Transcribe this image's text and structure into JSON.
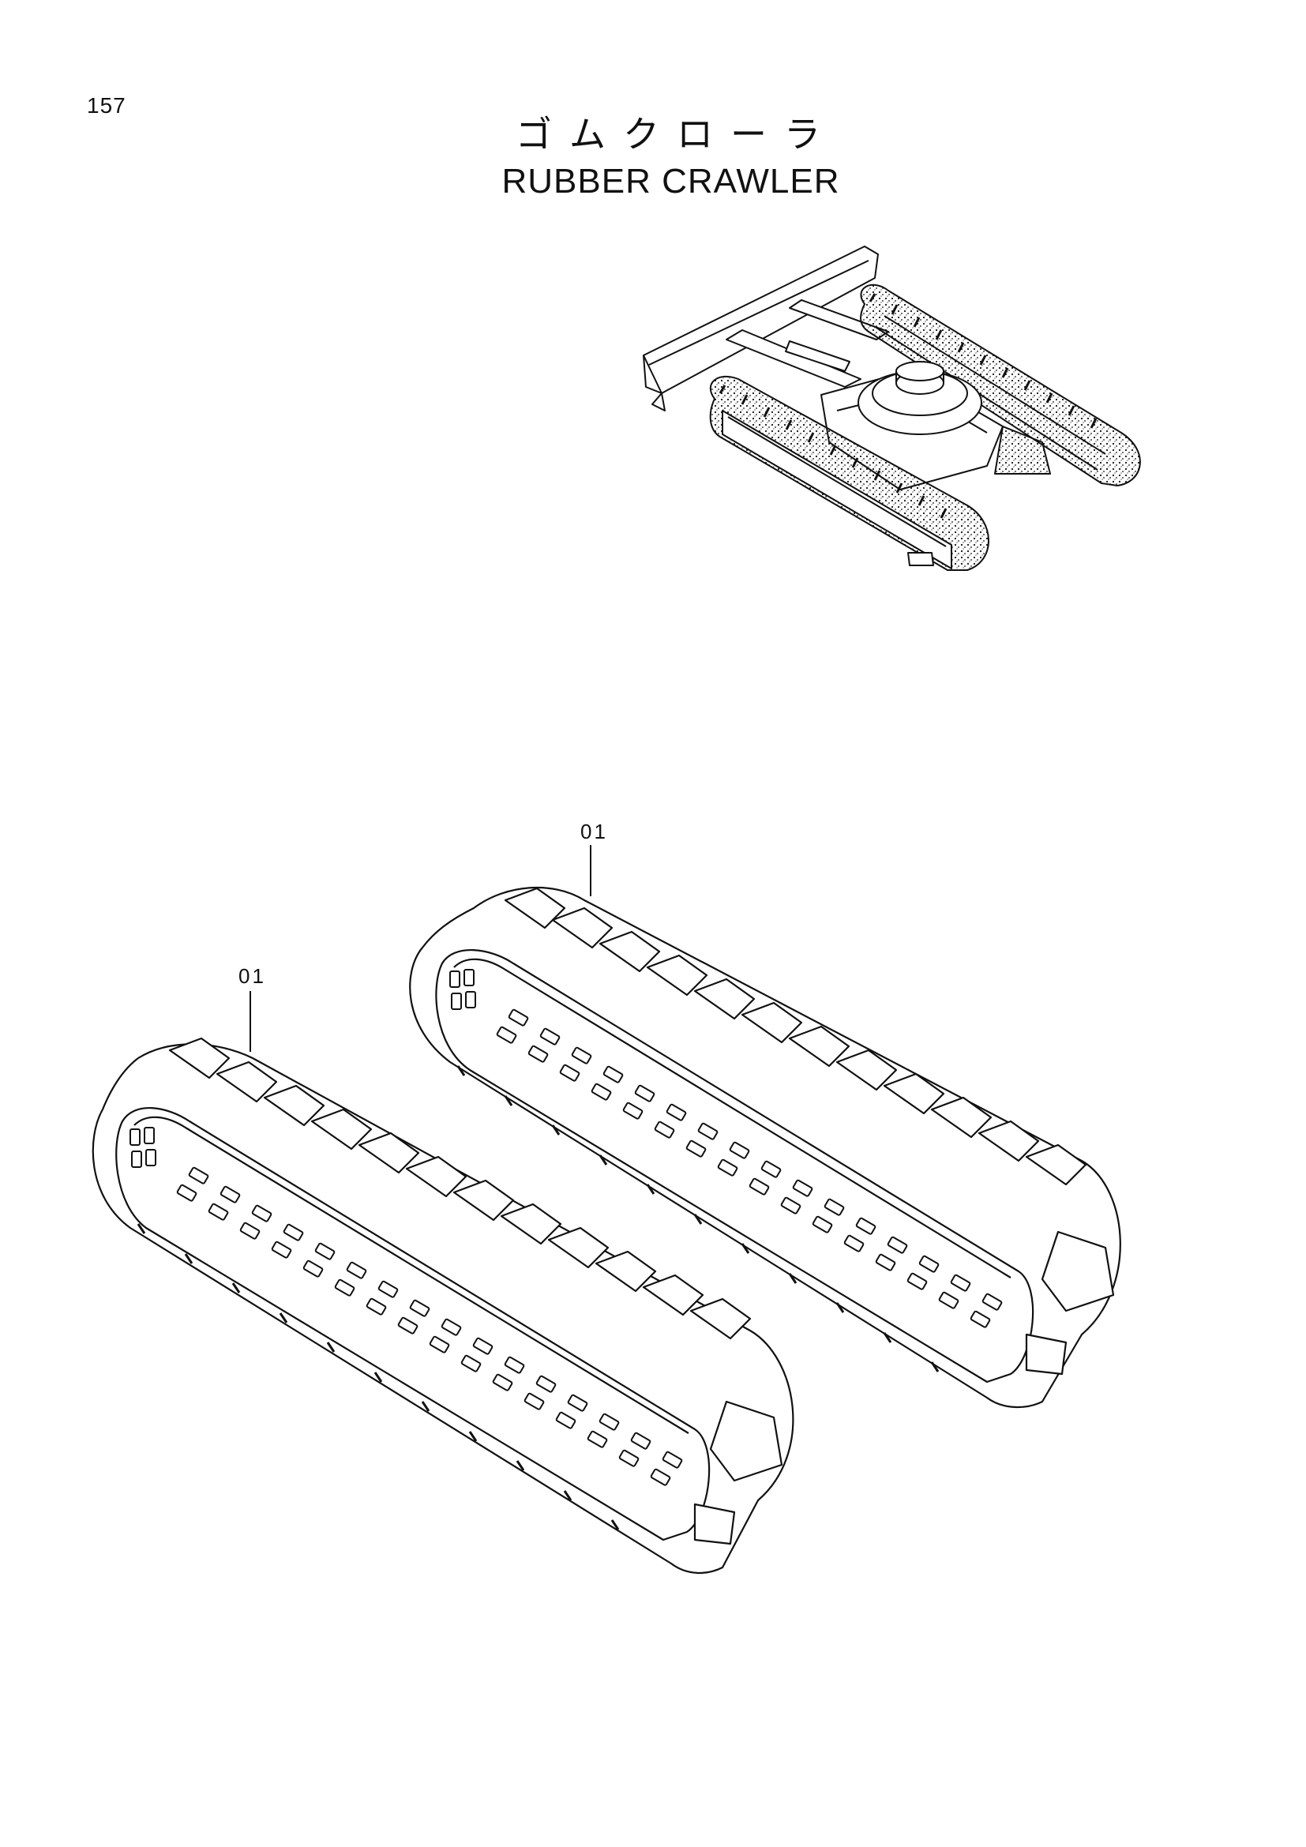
{
  "page": {
    "number": "157"
  },
  "title": {
    "japanese": "ゴムクローラ",
    "english": "RUBBER CRAWLER"
  },
  "callouts": [
    {
      "id": "crawler-right",
      "label": "01"
    },
    {
      "id": "crawler-left",
      "label": "01"
    }
  ],
  "colors": {
    "ink": "#111111",
    "paper": "#ffffff"
  }
}
